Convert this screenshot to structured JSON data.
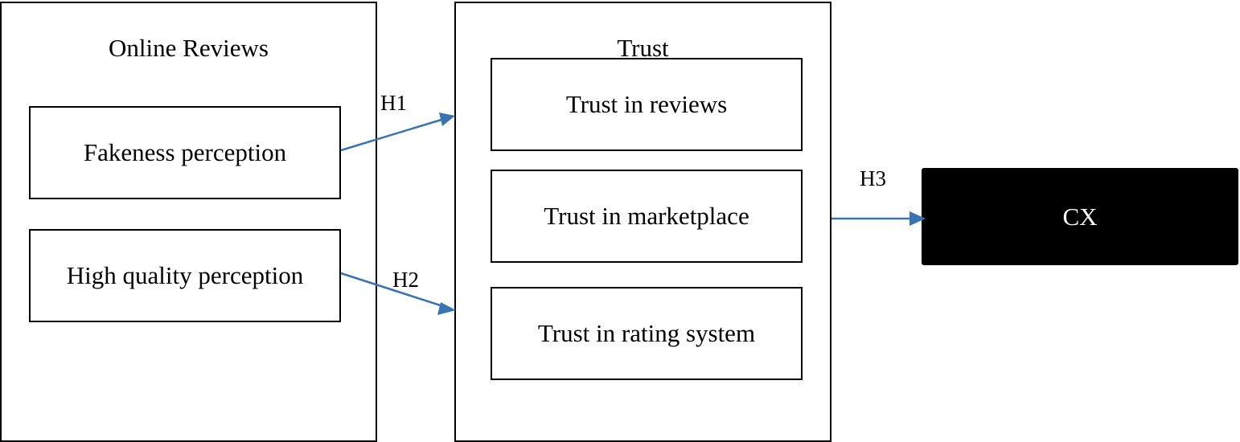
{
  "diagram": {
    "groups": {
      "online_reviews": {
        "title": "Online Reviews",
        "nodes": {
          "fakeness": "Fakeness perception",
          "high_quality": "High quality perception"
        }
      },
      "trust": {
        "title": "Trust",
        "nodes": {
          "reviews": "Trust in reviews",
          "marketplace": "Trust in marketplace",
          "rating_system": "Trust in rating system"
        }
      }
    },
    "outcome": "CX",
    "edges": [
      {
        "id": "h1",
        "label": "H1",
        "from": "Fakeness perception",
        "to": "Trust"
      },
      {
        "id": "h2",
        "label": "H2",
        "from": "High quality perception",
        "to": "Trust"
      },
      {
        "id": "h3",
        "label": "H3",
        "from": "Trust",
        "to": "CX"
      }
    ],
    "colors": {
      "arrow": "#3a73b2",
      "box_border": "#000000",
      "outcome_fill": "#000000",
      "outcome_text": "#ffffff"
    }
  }
}
